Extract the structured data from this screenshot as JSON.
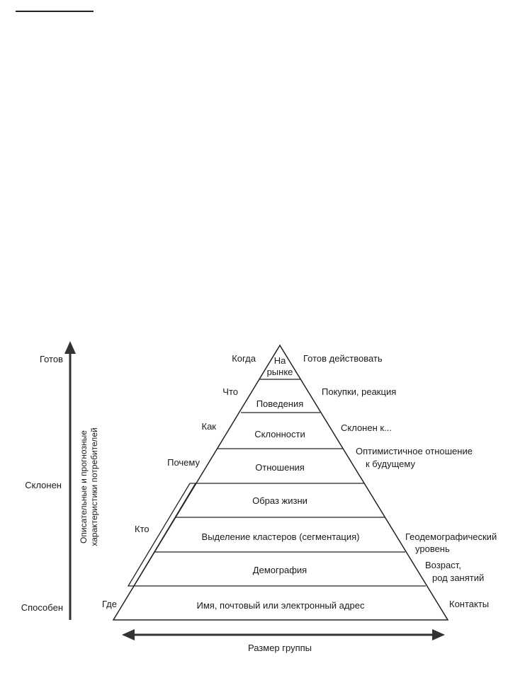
{
  "figure": {
    "vertical_axis": {
      "label_line1": "Описательные и прогнозные",
      "label_line2": "характеристики потребителей",
      "top": "Готов",
      "middle": "Склонен",
      "bottom": "Способен"
    },
    "horizontal_axis": {
      "label": "Размер группы"
    },
    "levels": [
      {
        "label_line1": "На",
        "label_line2": "рынке",
        "left": "Когда",
        "right": "Готов действовать"
      },
      {
        "label": "Поведения",
        "left": "Что",
        "right": "Покупки, реакция"
      },
      {
        "label": "Склонности",
        "left": "Как",
        "right": "Склонен к..."
      },
      {
        "label": "Отношения",
        "left": "Почему",
        "right_line1": "Оптимистичное отношение",
        "right_line2": "к будущему"
      },
      {
        "label": "Образ жизни"
      },
      {
        "label": "Выделение кластеров (сегментация)",
        "right_line1": "Геодемографический",
        "right_line2": "уровень"
      },
      {
        "label": "Демография",
        "right_line1": "Возраст,",
        "right_line2": "род занятий"
      },
      {
        "label": "Имя, почтовый или электронный адрес",
        "left": "Где",
        "right": "Контакты"
      }
    ],
    "bracket_label": "Кто"
  }
}
